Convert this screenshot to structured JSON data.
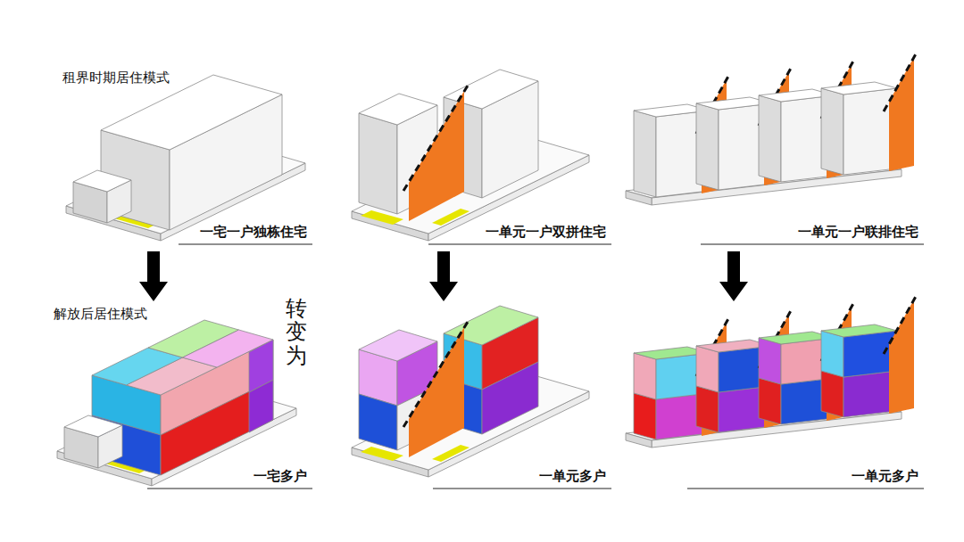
{
  "diagram": {
    "nodes": [
      {
        "text": [
          "一宅一户独栋住宅"
        ]
      },
      {
        "text": [
          "一单元一户双拼住宅"
        ]
      },
      {
        "text": [
          "一单元一户联排住宅"
        ]
      },
      {
        "text": [
          "一宅多户"
        ]
      },
      {
        "text": [
          "一单元多户"
        ]
      },
      {
        "text": [
          "一单元多户"
        ]
      }
    ],
    "edges": [
      {
        "from": 0,
        "to": 3,
        "arrow": "to"
      },
      {
        "from": 1,
        "to": 4,
        "arrow": "to"
      },
      {
        "from": 2,
        "to": 5,
        "arrow": "to"
      }
    ],
    "labels": [
      "租界时期居住模式",
      "解放后居住模式",
      "转变为"
    ]
  }
}
